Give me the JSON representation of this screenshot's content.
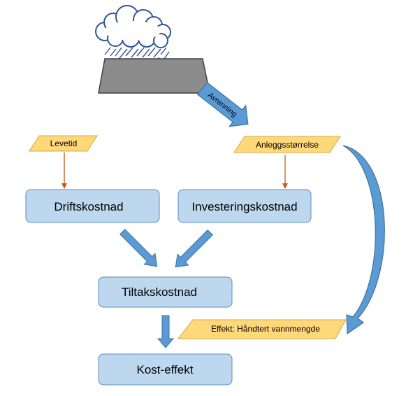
{
  "colors": {
    "box_fill": "#bdd7ee",
    "box_stroke": "#5b8bc0",
    "parallelogram_fill": "#ffd87a",
    "parallelogram_stroke": "#d9a840",
    "arrow_fill": "#5b9bd5",
    "arrow_stroke": "#41719c",
    "thin_arrow": "#c55a11",
    "roof_fill": "#8c8c8c",
    "cloud_fill": "#ffffff",
    "cloud_stroke": "#2f5597",
    "rain": "#2f5597"
  },
  "icons": {
    "cloud": "rain-cloud-icon",
    "roof": "roof-surface"
  },
  "nodes": {
    "levetid": "Levetid",
    "anleggsstorrelse": "Anleggsstørrelse",
    "driftskostnad": "Driftskostnad",
    "investeringskostnad": "Investeringskostnad",
    "tiltakskostnad": "Tiltakskostnad",
    "effekt": "Effekt: Håndtert vannmengde",
    "kost_effekt": "Kost-effekt"
  },
  "arrows": {
    "avrenning": "Avrenning"
  }
}
